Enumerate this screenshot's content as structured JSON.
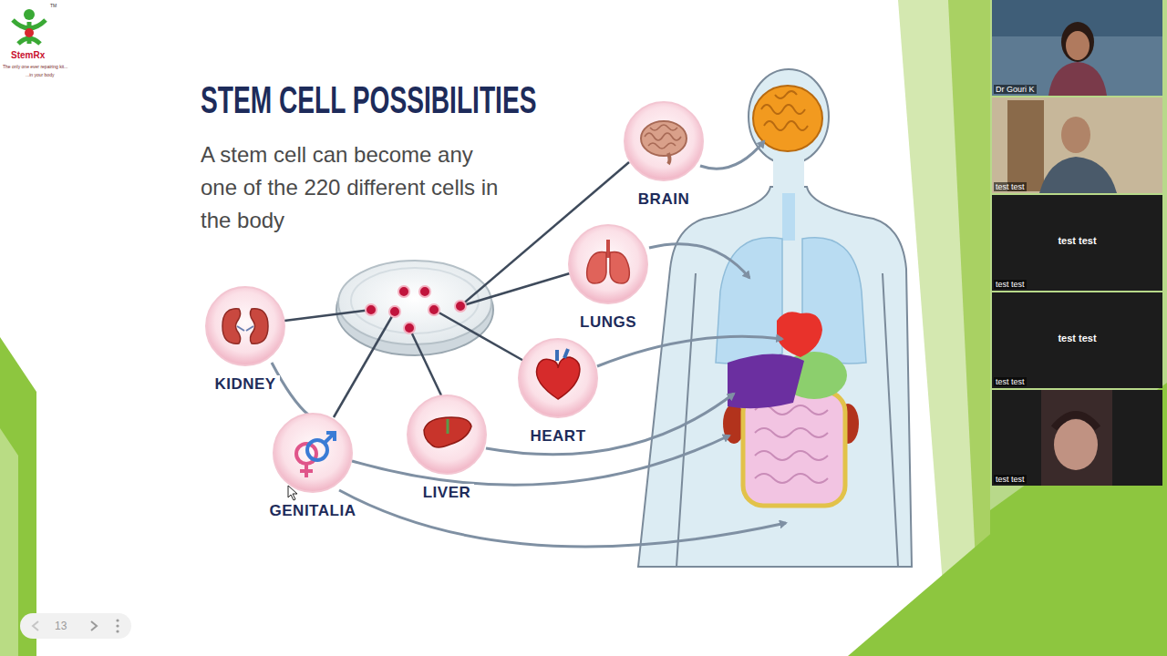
{
  "diagram": {
    "title": "STEM CELL POSSIBILITIES",
    "nodes": [
      {
        "text": [
          "BRAIN"
        ]
      },
      {
        "text": [
          "LUNGS"
        ]
      },
      {
        "text": [
          "KIDNEY"
        ]
      },
      {
        "text": [
          "HEART"
        ]
      },
      {
        "text": [
          "LIVER"
        ]
      },
      {
        "text": [
          "GENITALIA"
        ]
      },
      {
        "text": [
          "Dr Gouri K"
        ]
      },
      {
        "text": [
          "test test"
        ]
      },
      {
        "text": [
          "test test",
          "test test"
        ]
      },
      {
        "text": [
          "test test",
          "test test"
        ]
      },
      {
        "text": [
          "test test"
        ]
      }
    ],
    "labels": [
      "A stem cell can become any one of the 220 different cells in the body",
      "StemRx",
      "TM",
      "The only one ever repairing kit...",
      "...in your body",
      "13"
    ]
  }
}
